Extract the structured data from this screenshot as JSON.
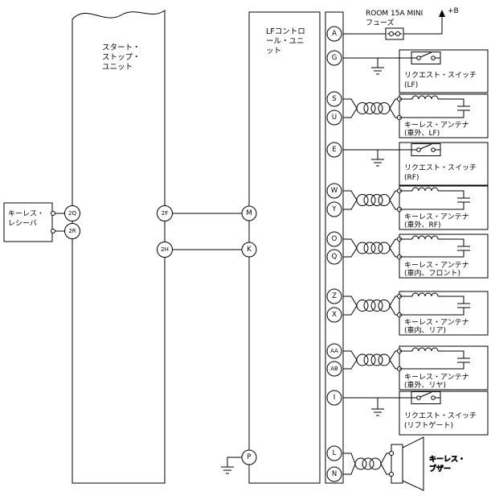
{
  "colors": {
    "line": "#000000",
    "background": "#ffffff"
  },
  "units": {
    "start_stop": {
      "label_lines": [
        "スタート・",
        "ストップ・",
        "ユニット"
      ]
    },
    "keyless_receiver": {
      "label_lines": [
        "キーレス・",
        "レシーバ"
      ]
    },
    "lf_control": {
      "label_lines": [
        "LFコントロ",
        "ール・ユニ",
        "ット"
      ]
    }
  },
  "power": {
    "fuse_line1": "ROOM 15A MINI",
    "fuse_line2": "フューズ",
    "battery": "+B"
  },
  "terminals": {
    "start_stop_left": [
      "2Q",
      "2R"
    ],
    "start_stop_right": [
      "2F",
      "2H"
    ],
    "lf_left": [
      "M",
      "K",
      "P"
    ],
    "connector": [
      "A",
      "G",
      "S",
      "U",
      "E",
      "W",
      "Y",
      "O",
      "Q",
      "Z",
      "X",
      "AA",
      "AB",
      "I",
      "L",
      "N"
    ]
  },
  "components": [
    {
      "name": "request-switch-lf",
      "lines": [
        "リクエスト・スイッチ",
        "(LF)"
      ]
    },
    {
      "name": "keyless-antenna-exterior-lf",
      "lines": [
        "キーレス・アンテナ",
        "(車外、LF)"
      ]
    },
    {
      "name": "request-switch-rf",
      "lines": [
        "リクエスト・スイッチ",
        "(RF)"
      ]
    },
    {
      "name": "keyless-antenna-exterior-rf",
      "lines": [
        "キーレス・アンテナ",
        "(車外、RF)"
      ]
    },
    {
      "name": "keyless-antenna-interior-front",
      "lines": [
        "キーレス・アンテナ",
        "(車内、フロント)"
      ]
    },
    {
      "name": "keyless-antenna-interior-rear",
      "lines": [
        "キーレス・アンテナ",
        "(車内、リア)"
      ]
    },
    {
      "name": "keyless-antenna-exterior-rear",
      "lines": [
        "キーレス・アンテナ",
        "(車外、リヤ)"
      ]
    },
    {
      "name": "request-switch-liftgate",
      "lines": [
        "リクエスト・スイッチ",
        "(リフトゲート)"
      ]
    },
    {
      "name": "keyless-buzzer",
      "lines": [
        "キーレス・",
        "ブザー"
      ]
    }
  ],
  "icons": {
    "fuse": "fuse-icon",
    "ground": "ground-icon",
    "switch": "switch-icon",
    "inductor": "inductor-icon",
    "capacitor": "capacitor-icon",
    "twisted_pair": "twisted-pair-icon",
    "speaker": "speaker-icon",
    "battery_arrow": "arrow-up-icon"
  }
}
